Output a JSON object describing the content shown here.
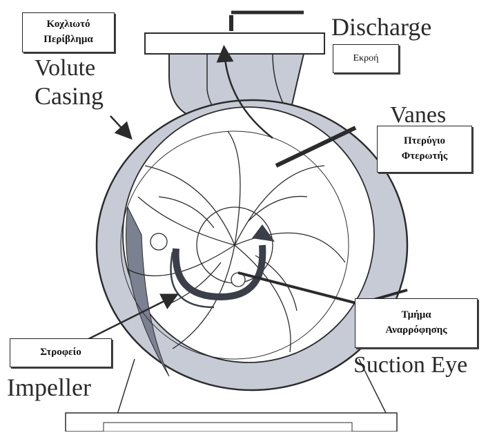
{
  "labels": {
    "discharge": "Discharge",
    "volute_line1": "Volute",
    "volute_line2": "Casing",
    "vanes": "Vanes",
    "impeller": "Impeller",
    "suction_eye": "Suction Eye"
  },
  "greek_boxes": {
    "volute_line1": "Κοχλιωτό",
    "volute_line2": "Περίβλημα",
    "discharge": "Εκροή",
    "vanes_line1": "Πτερύγιο",
    "vanes_line2": "Φτερωτής",
    "suction_line1": "Τμήμα",
    "suction_line2": "Αναρρόφησης",
    "impeller": "Στροφείο"
  },
  "colors": {
    "casing_fill": "#c6cbd6",
    "casing_dark": "#7b8190",
    "line": "#2b2b2b",
    "arrow_dark": "#3a3f4a"
  }
}
